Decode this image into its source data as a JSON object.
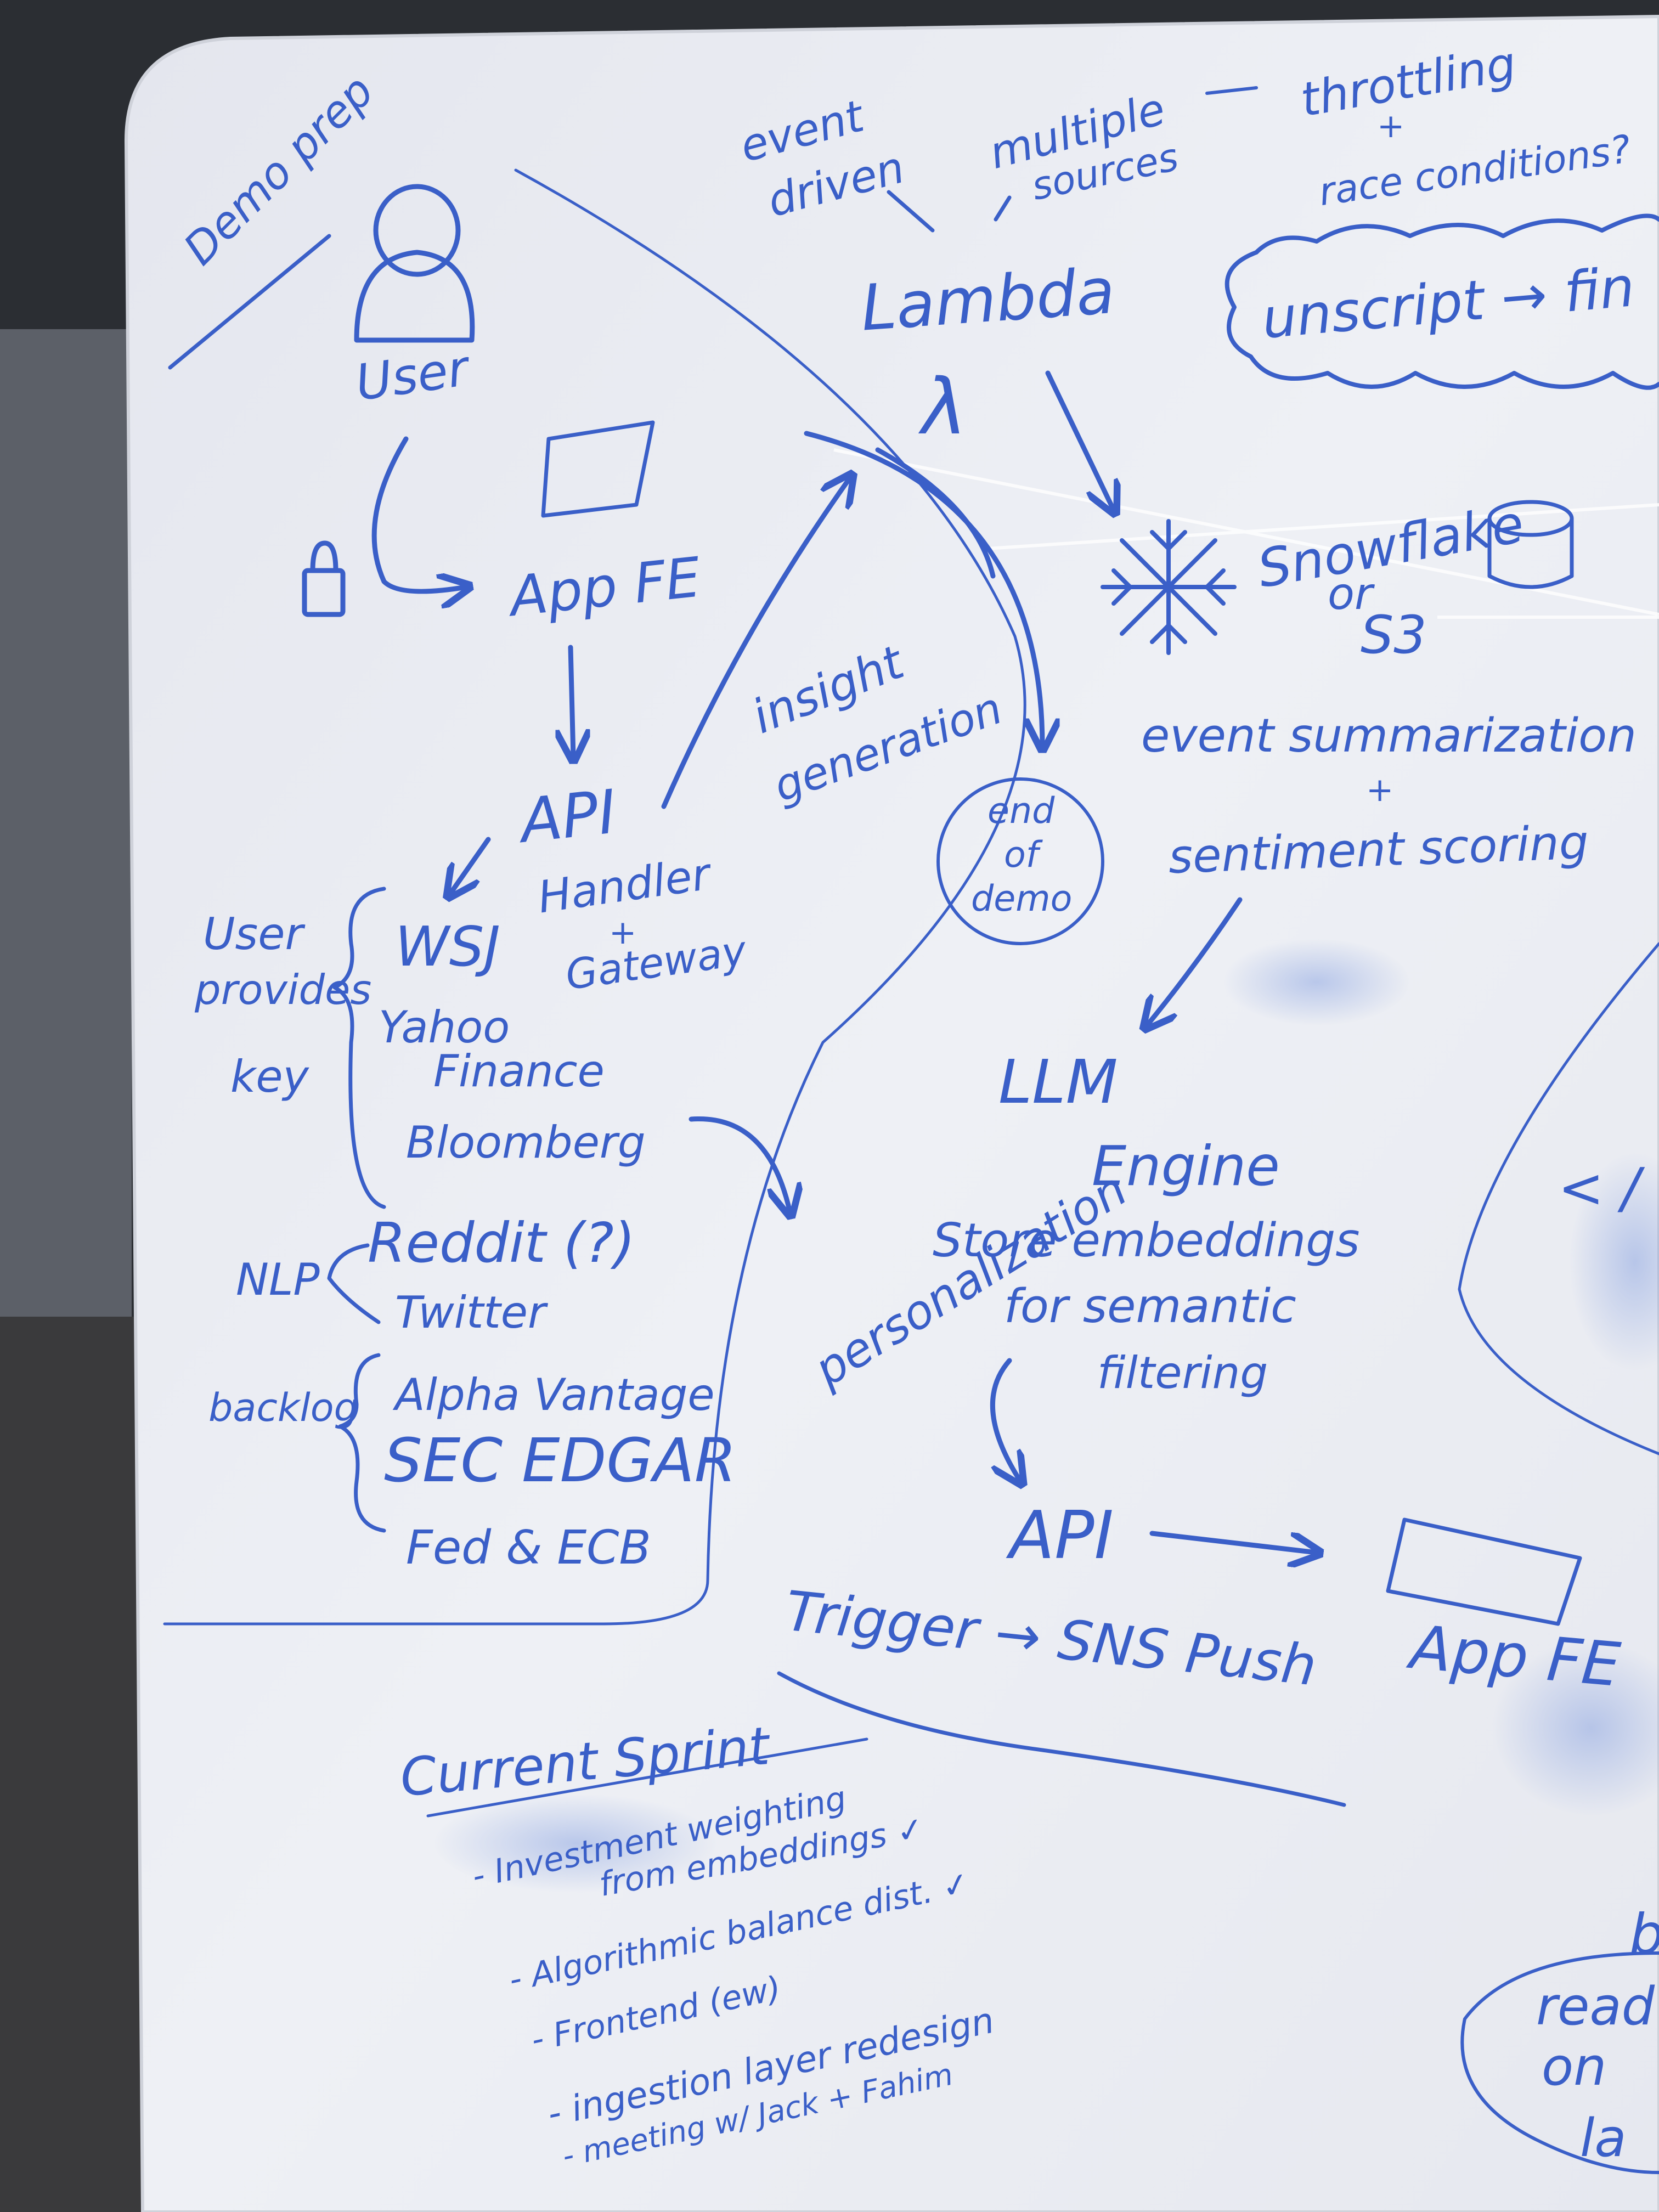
{
  "board": {
    "demo_prep": "Demo prep",
    "user": "User",
    "app_fe": "App FE",
    "api_handler": [
      "API",
      "Handler",
      "+",
      "Gateway"
    ],
    "insight_generation": [
      "insight",
      "generation"
    ],
    "end_of_demo": [
      "end",
      "of",
      "demo"
    ],
    "event_driven": [
      "event",
      "driven"
    ],
    "multiple_sources": [
      "multiple",
      "sources"
    ],
    "throttling": [
      "throttling",
      "+",
      "race conditions?"
    ],
    "cloud_text": "unscript → fin",
    "lambda": "Lambda",
    "lambda_symbol": "λ",
    "snowflake": [
      "Snowflake",
      "or",
      "S3"
    ],
    "summarization": [
      "event summarization",
      "+",
      "sentiment scoring"
    ],
    "user_provides_key": [
      "User",
      "provides",
      "key"
    ],
    "sources": [
      "WSJ",
      "Yahoo",
      "Finance",
      "Bloomberg"
    ],
    "nlp": "NLP",
    "nlp_sources": [
      "Reddit (?)",
      "Twitter"
    ],
    "backlog": "backlog",
    "backlog_sources": [
      "Alpha Vantage",
      "SEC EDGAR",
      "Fed & ECB"
    ],
    "personalization": "personalization",
    "llm_engine": [
      "LLM",
      "Engine"
    ],
    "embeddings": [
      "Store embeddings",
      "for semantic",
      "filtering"
    ],
    "api": "API",
    "app_fe_right": "App FE",
    "trigger": "Trigger → SNS Push",
    "right_edge_partial": [
      "< /",
      "b"
    ],
    "read_on": [
      "read",
      "on",
      "la"
    ]
  },
  "current_sprint": {
    "title": "Current Sprint",
    "items": [
      "- Investment weighting",
      "from embeddings ✓",
      "- Algorithmic balance dist. ✓",
      "- Frontend (ew)",
      "- ingestion layer redesign",
      "- meeting w/ Jack + Fahim"
    ]
  },
  "colors": {
    "ink": "#3a5fc8",
    "board": "#eceef4",
    "frame": "#2d3034"
  }
}
